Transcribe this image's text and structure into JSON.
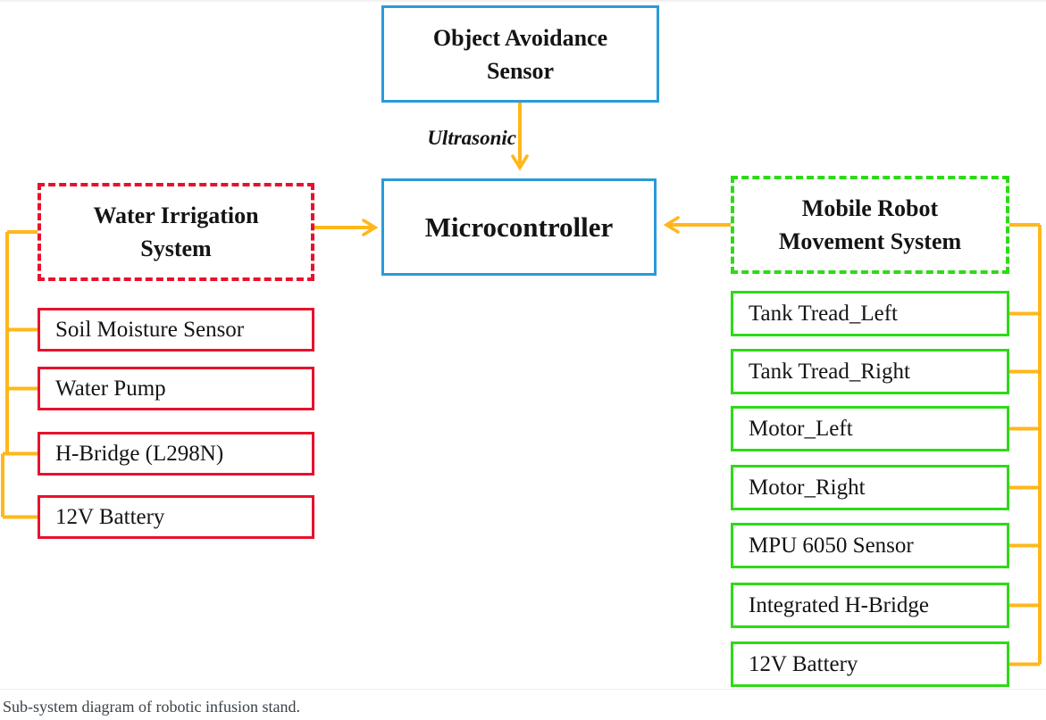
{
  "figure": {
    "caption": "Sub-system diagram of robotic infusion stand."
  },
  "palette": {
    "blue": "#2B9AD9",
    "red": "#E8112D",
    "green": "#2EDA17",
    "orange": "#FFB71B"
  },
  "labels": {
    "ultrasonic": "Ultrasonic"
  },
  "nodes": {
    "object_avoidance_sensor": {
      "label_lines": [
        "Object Avoidance",
        "Sensor"
      ]
    },
    "microcontroller": {
      "label": "Microcontroller"
    },
    "water_irrigation_system": {
      "title_lines": [
        "Water Irrigation",
        "System"
      ],
      "items": [
        "Soil Moisture Sensor",
        "Water Pump",
        "H-Bridge (L298N)",
        "12V Battery"
      ]
    },
    "mobile_robot_movement_system": {
      "title_lines": [
        "Mobile Robot",
        "Movement System"
      ],
      "items": [
        "Tank Tread_Left",
        "Tank Tread_Right",
        "Motor_Left",
        "Motor_Right",
        "MPU 6050 Sensor",
        "Integrated H-Bridge",
        "12V Battery"
      ]
    }
  }
}
